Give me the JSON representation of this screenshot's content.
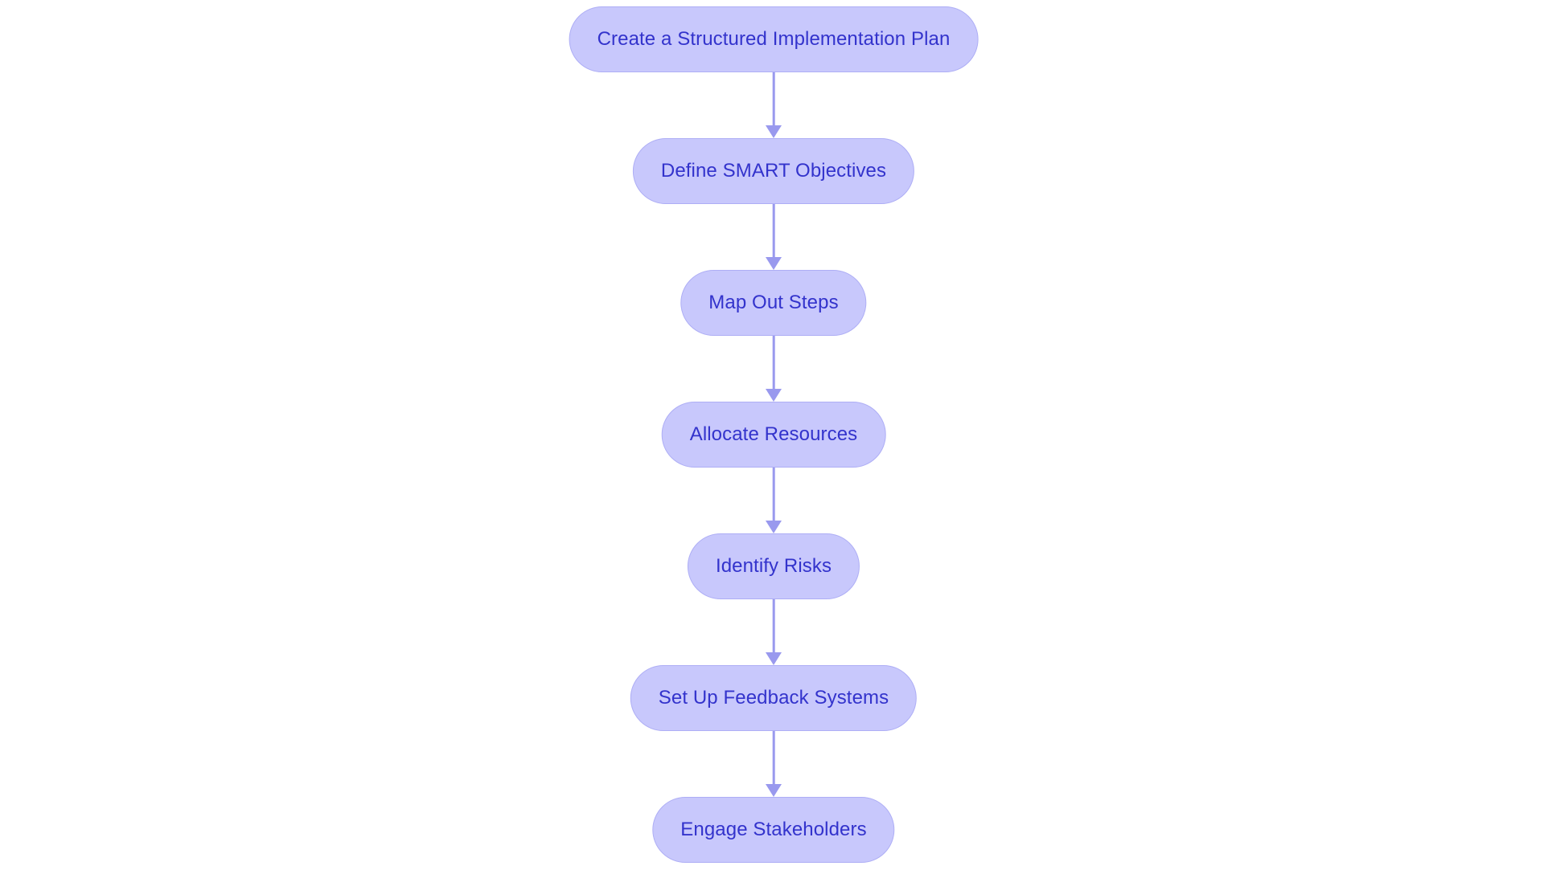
{
  "diagram": {
    "type": "flowchart",
    "orientation": "top-to-bottom",
    "background_color": "#ffffff",
    "node_fill_color": "#c8c8fc",
    "node_border_color": "#aeaef5",
    "node_text_color": "#3333cc",
    "edge_color": "#9999ee",
    "node_shape": "stadium",
    "nodes": [
      {
        "id": "n0",
        "label": "Create a Structured Implementation Plan"
      },
      {
        "id": "n1",
        "label": "Define SMART Objectives"
      },
      {
        "id": "n2",
        "label": "Map Out Steps"
      },
      {
        "id": "n3",
        "label": "Allocate Resources"
      },
      {
        "id": "n4",
        "label": "Identify Risks"
      },
      {
        "id": "n5",
        "label": "Set Up Feedback Systems"
      },
      {
        "id": "n6",
        "label": "Engage Stakeholders"
      }
    ],
    "edges": [
      {
        "id": "e0",
        "from": "n0",
        "to": "n1",
        "label": "",
        "arrow": "arrow-down-icon"
      },
      {
        "id": "e1",
        "from": "n1",
        "to": "n2",
        "label": "",
        "arrow": "arrow-down-icon"
      },
      {
        "id": "e2",
        "from": "n2",
        "to": "n3",
        "label": "",
        "arrow": "arrow-down-icon"
      },
      {
        "id": "e3",
        "from": "n3",
        "to": "n4",
        "label": "",
        "arrow": "arrow-down-icon"
      },
      {
        "id": "e4",
        "from": "n4",
        "to": "n5",
        "label": "",
        "arrow": "arrow-down-icon"
      },
      {
        "id": "e5",
        "from": "n5",
        "to": "n6",
        "label": "",
        "arrow": "arrow-down-icon"
      }
    ]
  }
}
